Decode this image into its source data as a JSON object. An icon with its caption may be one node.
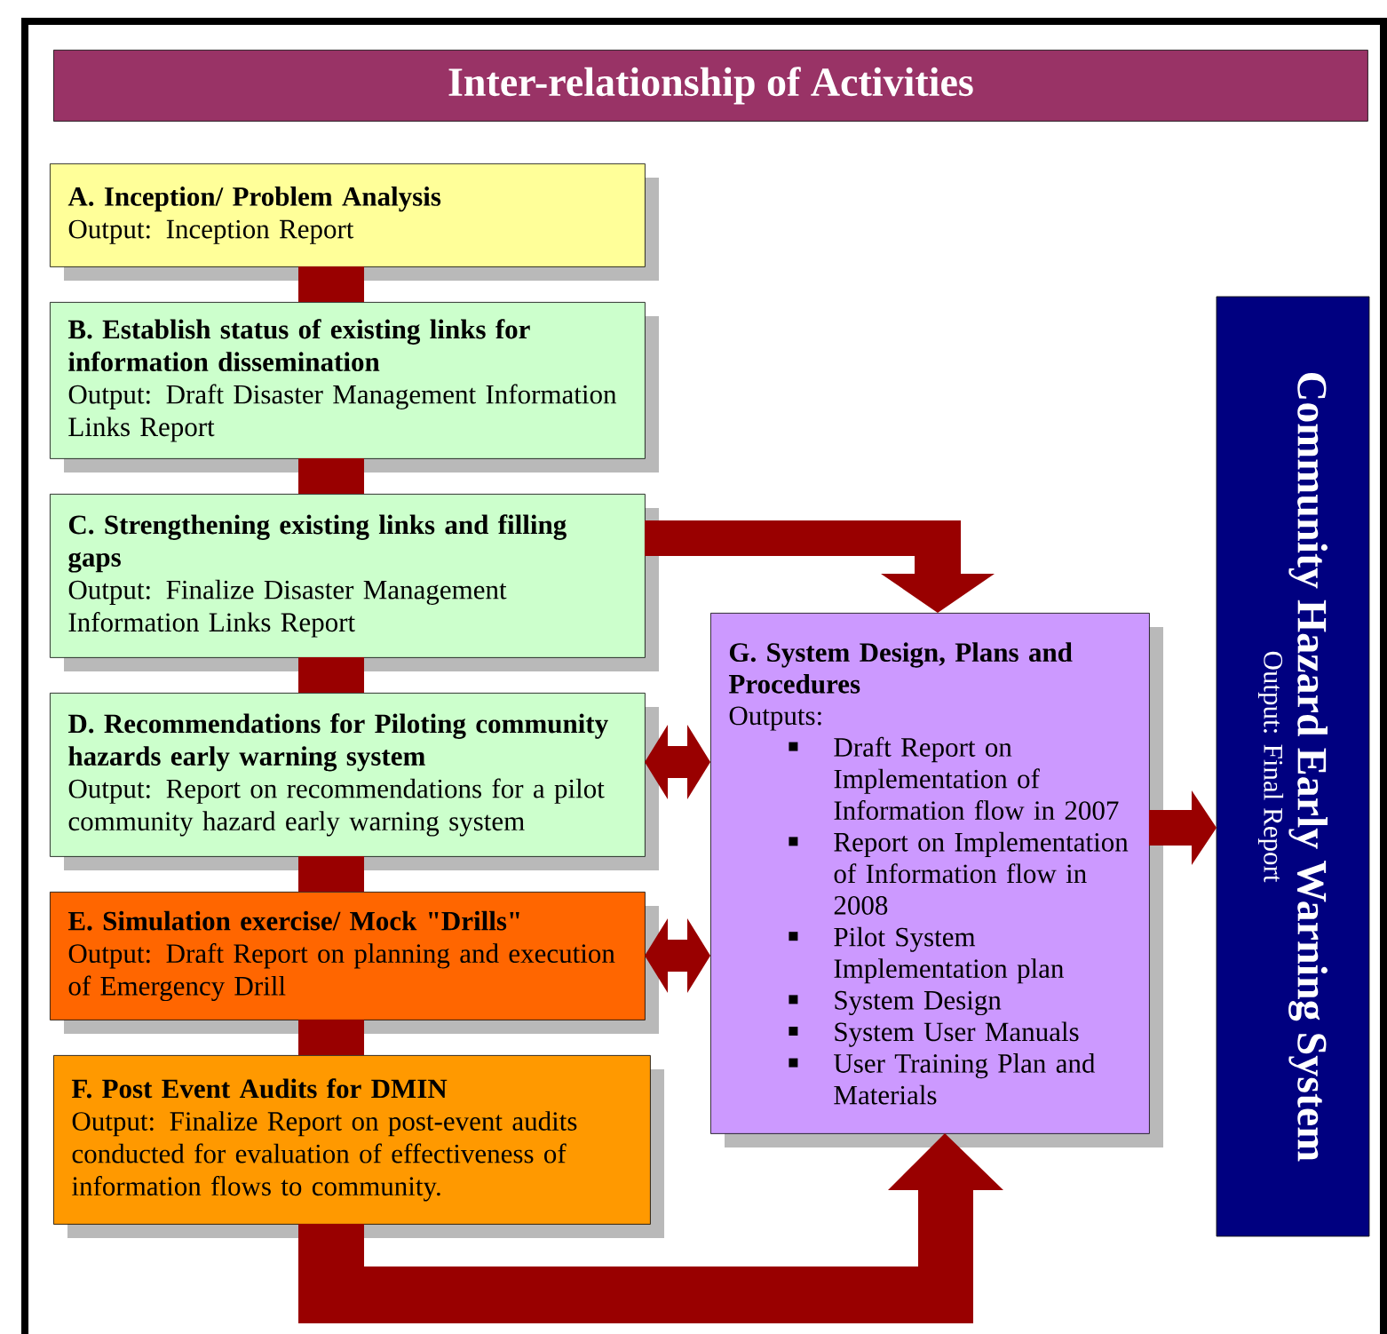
{
  "diagram": {
    "title": "Inter-relationship of Activities",
    "nodes": [
      {
        "text": [
          "A. Inception/ Problem Analysis",
          "Output: Inception Report"
        ]
      },
      {
        "text": [
          "B. Establish status of existing links for information dissemination",
          "Output: Draft Disaster Management Information Links Report"
        ]
      },
      {
        "text": [
          "C. Strengthening existing links and filling gaps",
          "Output: Finalize Disaster Management Information Links Report"
        ]
      },
      {
        "text": [
          "D. Recommendations for Piloting community hazards early warning system",
          "Output: Report on recommendations for a pilot community hazard early warning system"
        ]
      },
      {
        "text": [
          "E. Simulation exercise/ Mock \"Drills\"",
          "Output: Draft Report on planning and execution of Emergency Drill"
        ]
      },
      {
        "text": [
          "F. Post Event Audits for DMIN",
          "Output: Finalize Report on post-event audits conducted for evaluation of effectiveness of information flows to community."
        ]
      },
      {
        "text": [
          "G. System Design, Plans and Procedures",
          "Outputs:",
          "Draft Report on Implementation of Information flow in 2007",
          "Report on Implementation of Information flow in 2008",
          "Pilot System Implementation plan",
          "System Design",
          "System User Manuals",
          "User Training Plan and Materials"
        ]
      },
      {
        "text": [
          "Community Hazard Early Warning System",
          "Output: Final Report"
        ]
      }
    ],
    "edges": [
      {
        "from": 0,
        "to": 1,
        "arrow": "none"
      },
      {
        "from": 1,
        "to": 2,
        "arrow": "none"
      },
      {
        "from": 2,
        "to": 3,
        "arrow": "none"
      },
      {
        "from": 3,
        "to": 4,
        "arrow": "none"
      },
      {
        "from": 4,
        "to": 5,
        "arrow": "none"
      },
      {
        "from": 2,
        "to": 6,
        "arrow": "to"
      },
      {
        "from": 3,
        "to": 6,
        "arrow": "both"
      },
      {
        "from": 4,
        "to": 6,
        "arrow": "both"
      },
      {
        "from": 5,
        "to": 6,
        "arrow": "to"
      },
      {
        "from": 6,
        "to": 7,
        "arrow": "to"
      }
    ]
  }
}
